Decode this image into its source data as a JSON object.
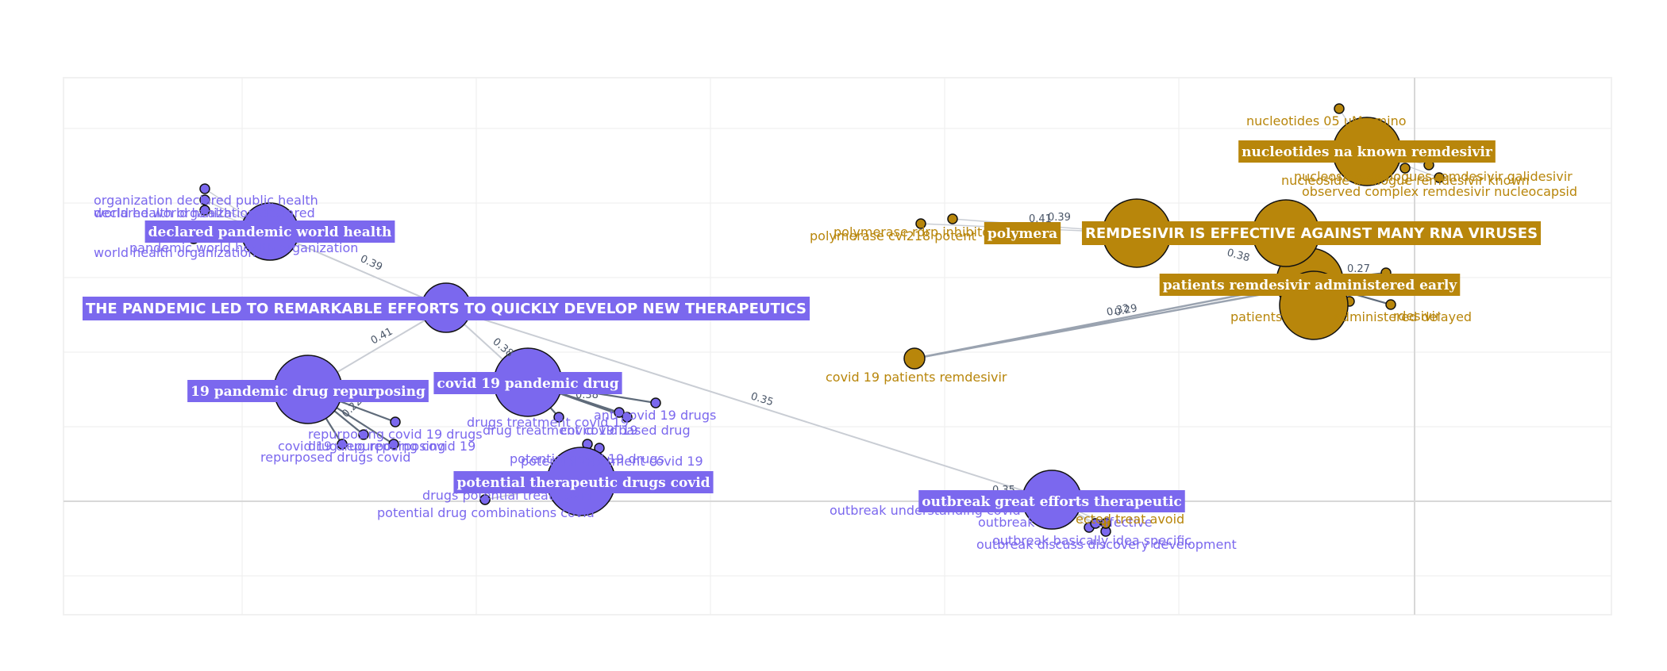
{
  "colors": {
    "purple": "#7b68ee",
    "gold": "#b8860b",
    "edge_light": "#c9cdd4",
    "edge_dark": "#5f6b7a",
    "grid": "#eeeeee",
    "zero_line": "#d8d8d8"
  },
  "central_nodes": [
    {
      "id": "c_purple",
      "label": "THE PANDEMIC LED TO REMARKABLE EFFORTS TO QUICKLY DEVELOP NEW THERAPEUTICS",
      "group": "purple"
    },
    {
      "id": "c_gold",
      "label": "REMDESIVIR IS EFFECTIVE AGAINST MANY RNA VIRUSES",
      "group": "gold"
    }
  ],
  "hubs": [
    {
      "id": "h_declared",
      "label": "declared pandemic world health",
      "group": "purple"
    },
    {
      "id": "h_repurposing",
      "label": "19 pandemic drug repurposing",
      "group": "purple"
    },
    {
      "id": "h_covid_drug",
      "label": "covid 19 pandemic drug",
      "group": "purple"
    },
    {
      "id": "h_potential",
      "label": "potential therapeutic drugs covid",
      "group": "purple"
    },
    {
      "id": "h_outbreak",
      "label": "outbreak great efforts therapeutic",
      "group": "purple"
    },
    {
      "id": "h_nucleotides",
      "label": "nucleotides na known remdesivir",
      "group": "gold"
    },
    {
      "id": "h_polymerase",
      "label": "polymera",
      "group": "gold"
    },
    {
      "id": "h_patients",
      "label": "patients remdesivir administered early",
      "group": "gold"
    },
    {
      "id": "h_covid_patients",
      "label": "covid 19 patients remdesivir",
      "group": "gold"
    }
  ],
  "leaves": [
    {
      "hub": "h_declared",
      "label": "organization declared public health",
      "group": "purple"
    },
    {
      "hub": "h_declared",
      "label": "declared world health",
      "group": "purple"
    },
    {
      "hub": "h_declared",
      "label": "world health organization declared",
      "group": "purple"
    },
    {
      "hub": "h_declared",
      "label": "pandemic world health organization",
      "group": "purple"
    },
    {
      "hub": "h_declared",
      "label": "world health organization",
      "group": "purple"
    },
    {
      "hub": "h_repurposing",
      "label": "repurposing covid 19 drugs",
      "group": "purple"
    },
    {
      "hub": "h_repurposing",
      "label": "covid 19 drug repurposing",
      "group": "purple"
    },
    {
      "hub": "h_repurposing",
      "label": "drug repurposing covid 19",
      "group": "purple"
    },
    {
      "hub": "h_repurposing",
      "label": "repurposed drugs covid",
      "group": "purple"
    },
    {
      "hub": "h_covid_drug",
      "label": "anti covid 19 drugs",
      "group": "purple"
    },
    {
      "hub": "h_covid_drug",
      "label": "drugs treatment covid 19",
      "group": "purple"
    },
    {
      "hub": "h_covid_drug",
      "label": "drug treatment covid 19",
      "group": "purple"
    },
    {
      "hub": "h_covid_drug",
      "label": "covid 19 based drug",
      "group": "purple"
    },
    {
      "hub": "h_potential",
      "label": "potential covid 19 drugs",
      "group": "purple"
    },
    {
      "hub": "h_potential",
      "label": "potential treatment covid 19",
      "group": "purple"
    },
    {
      "hub": "h_potential",
      "label": "drugs potential treat covid",
      "group": "purple"
    },
    {
      "hub": "h_potential",
      "label": "potential drug combinations covid",
      "group": "purple"
    },
    {
      "hub": "h_outbreak",
      "label": "outbreak understanding covid",
      "group": "purple"
    },
    {
      "hub": "h_outbreak",
      "label": "outbreak basically idea specific",
      "group": "purple"
    },
    {
      "hub": "h_outbreak",
      "label": "outbreak discuss discovery development",
      "group": "purple"
    },
    {
      "hub": "h_outbreak",
      "label": "outbreak",
      "group": "purple"
    },
    {
      "hub": "h_outbreak",
      "label": "effective",
      "group": "purple"
    },
    {
      "hub": "h_outbreak",
      "label": "ected treat avoid",
      "group": "gold"
    },
    {
      "hub": "h_nucleotides",
      "label": "nucleotides 05 uM amino",
      "group": "gold"
    },
    {
      "hub": "h_nucleotides",
      "label": "nucleoside analogues remdesivir galidesivir",
      "group": "gold"
    },
    {
      "hub": "h_nucleotides",
      "label": "nucleoside analogue remdesivir known",
      "group": "gold"
    },
    {
      "hub": "h_nucleotides",
      "label": "observed complex remdesivir nucleocapsid",
      "group": "gold"
    },
    {
      "hub": "h_polymerase",
      "label": "polymerase rdrp inhibitor",
      "group": "gold"
    },
    {
      "hub": "h_polymerase",
      "label": "polymerase cvi218 potent",
      "group": "gold"
    },
    {
      "hub": "h_patients",
      "label": "desivir",
      "group": "gold"
    },
    {
      "hub": "h_patients",
      "label": "patients",
      "group": "gold"
    },
    {
      "hub": "h_patients",
      "label": "rdesivir",
      "group": "gold"
    },
    {
      "hub": "h_patients",
      "label": "administered delayed",
      "group": "gold"
    }
  ],
  "edges": [
    {
      "from": "c_purple",
      "to": "h_declared",
      "label": "0.39",
      "style": "light"
    },
    {
      "from": "c_purple",
      "to": "h_repurposing",
      "label": "0.41",
      "style": "light"
    },
    {
      "from": "c_purple",
      "to": "h_covid_drug",
      "label": "0.38",
      "style": "light"
    },
    {
      "from": "c_purple",
      "to": "h_outbreak",
      "label": "0.35",
      "style": "light"
    },
    {
      "from": "h_outbreak",
      "to": "h_outbreak",
      "label": "0.35",
      "style": "light"
    },
    {
      "from": "c_gold",
      "to": "h_polymerase",
      "label": "0.41",
      "style": "light"
    },
    {
      "from": "c_gold",
      "to": "h_polymerase",
      "label": "0.39",
      "style": "light"
    },
    {
      "from": "c_gold",
      "to": "h_patients",
      "label": "0.38",
      "style": "light"
    },
    {
      "from": "h_patients",
      "to": "h_covid_patients",
      "label": "0.32",
      "style": "dark"
    },
    {
      "from": "h_patients",
      "to": "h_covid_patients",
      "label": "0.29",
      "style": "dark"
    },
    {
      "from": "h_patients",
      "to": "h_patients",
      "label": "0.27",
      "style": "dark"
    },
    {
      "from": "h_covid_drug",
      "to": "h_covid_drug",
      "label": "0.38",
      "style": "dark"
    },
    {
      "from": "h_repurposing",
      "to": "h_repurposing",
      "label": "0.22",
      "style": "dark"
    }
  ]
}
